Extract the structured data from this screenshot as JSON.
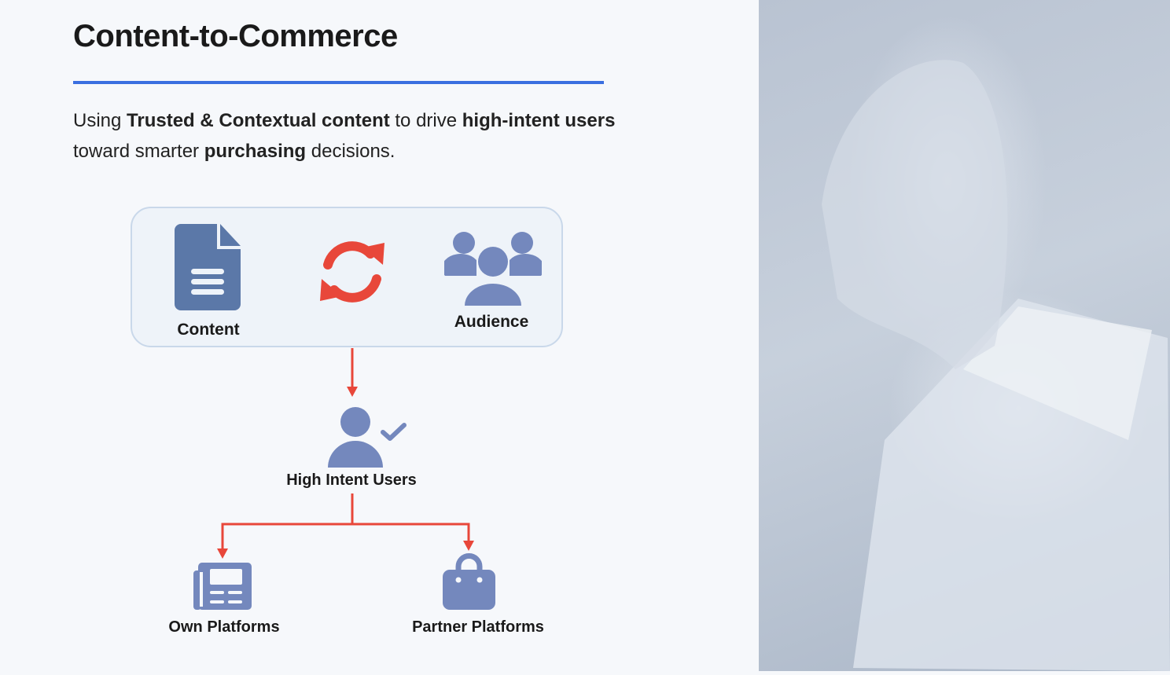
{
  "title": "Content-to-Commerce",
  "subtitle": {
    "s1": "Using ",
    "s2": "Trusted & Contextual content",
    "s3": " to drive ",
    "s4": "high-intent users",
    "s5": "toward smarter ",
    "s6": "purchasing",
    "s7": " decisions."
  },
  "diagram": {
    "content": "Content",
    "audience": "Audience",
    "high_intent": "High Intent Users",
    "own": "Own Platforms",
    "partner": "Partner Platforms"
  },
  "colors": {
    "accent": "#3a6fe0",
    "arrow": "#e8473a",
    "icon": "#7488bd",
    "doc": "#5b78a8"
  }
}
